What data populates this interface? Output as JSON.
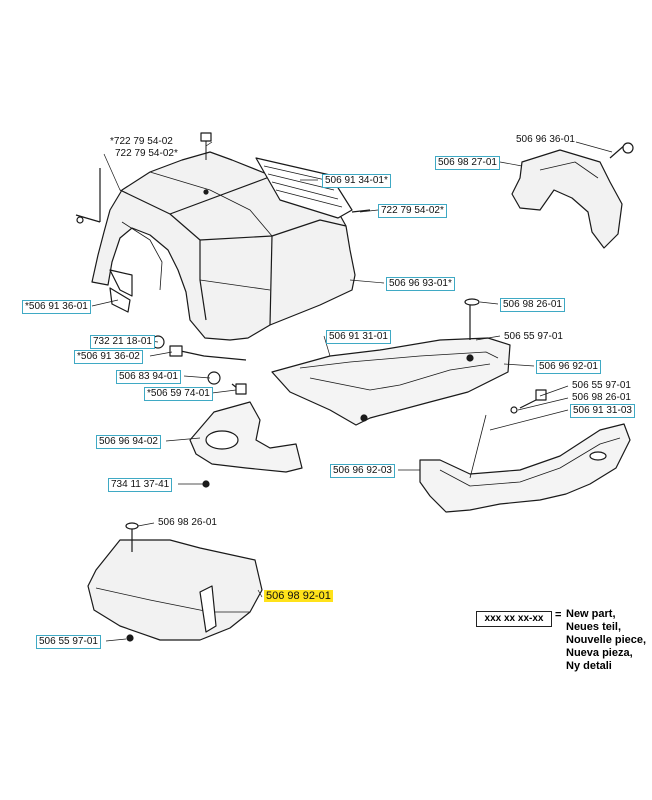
{
  "parts": {
    "p1": "*722 79 54-02",
    "p2": "722 79 54-02*",
    "p3": "506 91 34-01",
    "p3_star": "*",
    "p4": "722 79 54-02",
    "p4_star": "*",
    "p5": "506 96 36-01",
    "p6": "506 98 27-01",
    "p7": "506 96 93-01",
    "p7_star": "*",
    "p8": "506 91 36-01",
    "p8_star": "*",
    "p9": "506 98 26-01",
    "p10": "506 55 97-01",
    "p11": "506 91 31-01",
    "p12": "732 21 18-01",
    "p13": "506 91 36-02",
    "p13_star": "*",
    "p14": "506 96 92-01",
    "p15": "506 83 94-01",
    "p16": "506 59 74-01",
    "p16_star": "*",
    "p17": "506 55 97-01",
    "p18": "506 98 26-01",
    "p19": "506 91 31-03",
    "p20": "506 96 94-02",
    "p21": "506 96 92-03",
    "p22": "734 11 37-41",
    "p23": "506 98 26-01",
    "p24": "506 98 92-01",
    "p25": "506 55 97-01"
  },
  "legend": {
    "box": "xxx xx xx-xx",
    "equals": "=",
    "lines": [
      "New part,",
      "Neues teil,",
      "Nouvelle piece,",
      "Nueva pieza,",
      "Ny detali"
    ]
  }
}
